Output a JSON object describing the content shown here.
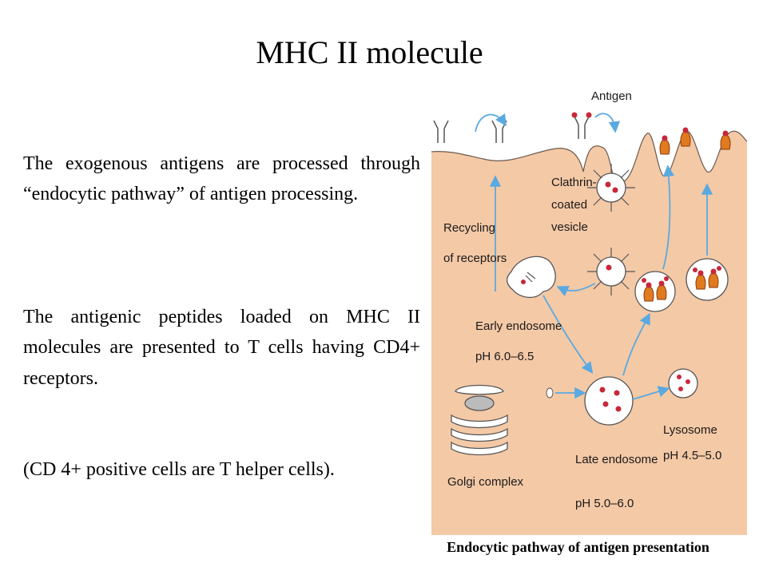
{
  "slide": {
    "title": "MHC II molecule",
    "paragraphs": [
      "The exogenous antigens are processed through “endocytic pathway” of antigen processing.",
      "The antigenic peptides loaded on MHC II molecules are presented to T cells having CD4+ receptors.",
      "(CD 4+ positive cells are T helper cells)."
    ],
    "caption": "Endocytic pathway of antigen presentation"
  },
  "diagram": {
    "labels": {
      "antigen": "Antigen",
      "clathrin_1": "Clathrin-",
      "clathrin_2": "coated",
      "clathrin_3": "vesicle",
      "recycling_1": "Recycling",
      "recycling_2": "of receptors",
      "early_1": "Early endosome",
      "early_2": "pH 6.0–6.5",
      "golgi": "Golgi complex",
      "late_1": "Late endosome",
      "late_2": "pH 5.0–6.0",
      "lyso_1": "Lysosome",
      "lyso_2": "pH 4.5–5.0"
    },
    "colors": {
      "cytoplasm": "#f4c9a6",
      "arrow": "#5aa9e0",
      "dot": "#c8283a",
      "receptor": "#e8701e"
    }
  }
}
